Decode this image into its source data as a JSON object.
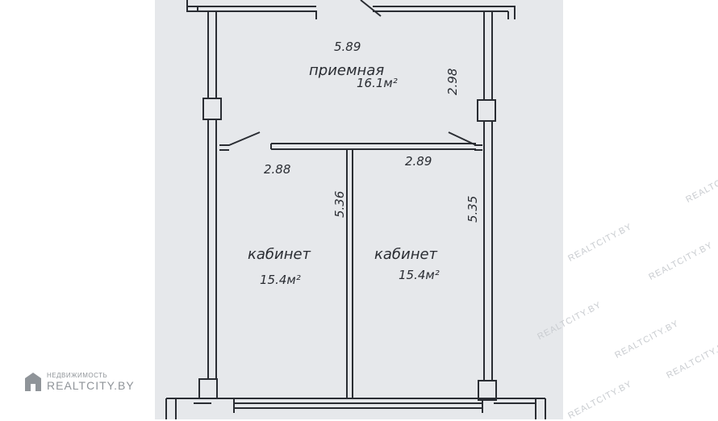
{
  "plan": {
    "rooms": [
      {
        "name": "приемная",
        "area": "16.1м²"
      },
      {
        "name": "кабинет",
        "area": "15.4м²"
      },
      {
        "name": "кабинет",
        "area": "15.4м²"
      }
    ],
    "dimensions": {
      "top_width": "5.89",
      "right_top": "2.98",
      "mid_left": "2.88",
      "mid_right": "2.89",
      "partition": "5.36",
      "right_wall": "5.35"
    }
  },
  "watermark": {
    "text": "REALTCITY.BY",
    "brand_small": "НЕДВИЖИМОСТЬ",
    "brand_big": "REALTCITY.BY"
  },
  "colors": {
    "paper": "#e6e8eb",
    "ink": "#2a2d33",
    "watermark": "#c9ccd0",
    "brand": "#8f9499"
  }
}
